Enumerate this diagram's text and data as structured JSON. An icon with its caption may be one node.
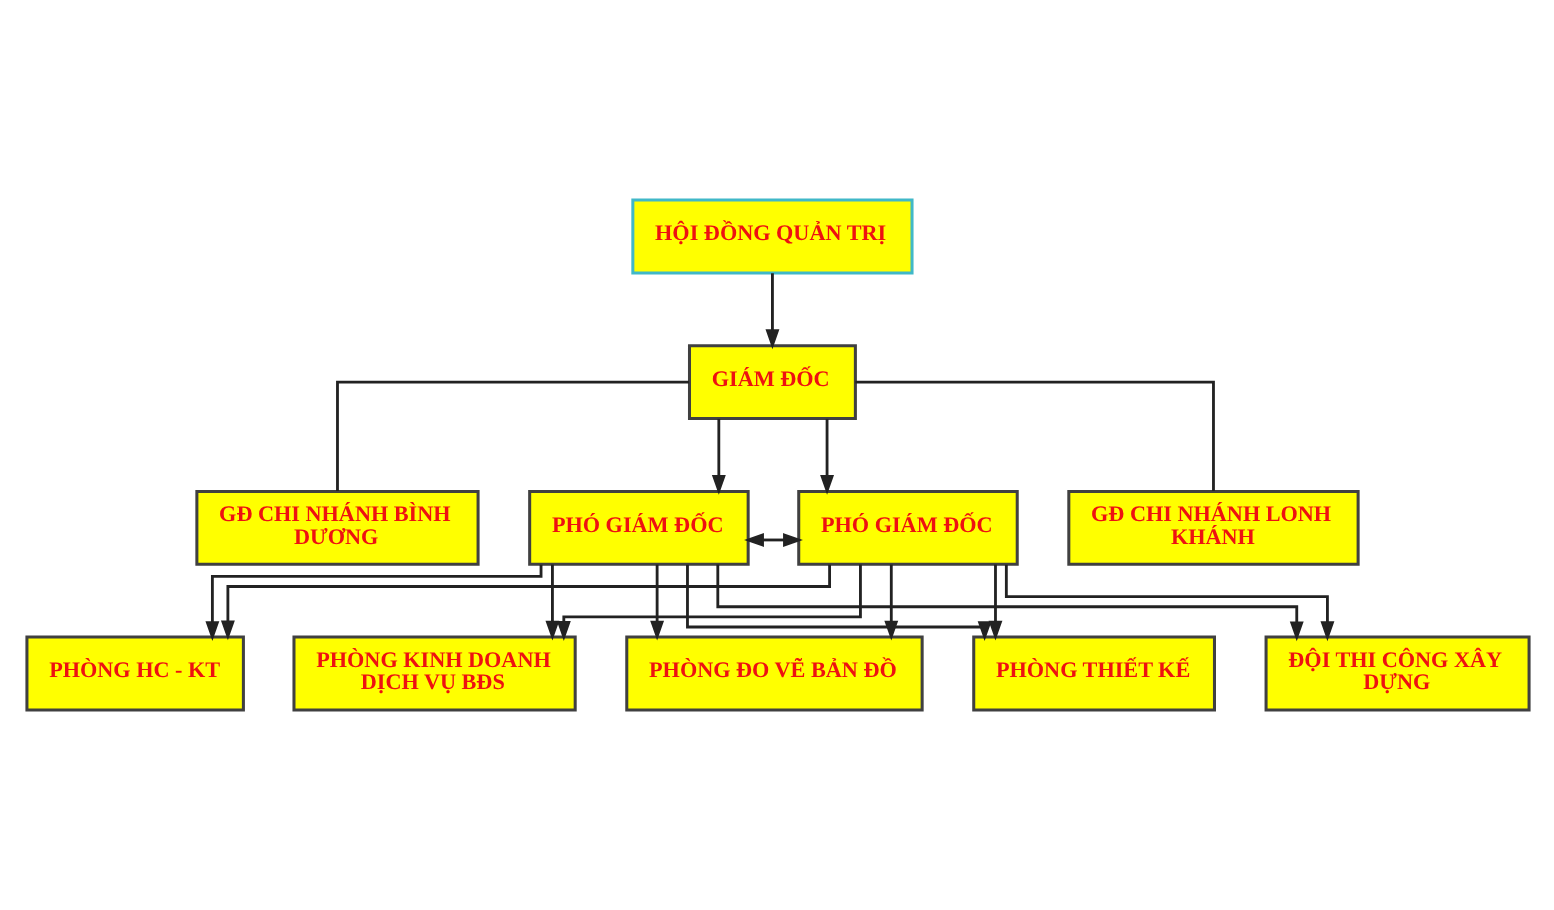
{
  "diagram": {
    "nodes": [
      {
        "text": [
          "HỘI ĐỒNG QUẢN TRỊ"
        ]
      },
      {
        "text": [
          "GIÁM ĐỐC"
        ]
      },
      {
        "text": [
          "GĐ CHI NHÁNH BÌNH DƯƠNG"
        ]
      },
      {
        "text": [
          "PHÓ GIÁM ĐỐC"
        ]
      },
      {
        "text": [
          "PHÓ GIÁM ĐỐC"
        ]
      },
      {
        "text": [
          "GĐ CHI NHÁNH LONH KHÁNH"
        ]
      },
      {
        "text": [
          "PHÒNG HC - KT"
        ]
      },
      {
        "text": [
          "PHÒNG KINH DOANH DỊCH VỤ BĐS"
        ]
      },
      {
        "text": [
          "PHÒNG ĐO VẼ BẢN ĐỒ"
        ]
      },
      {
        "text": [
          "PHÒNG THIẾT KẾ"
        ]
      },
      {
        "text": [
          "ĐỘI THI CÔNG XÂY DỰNG"
        ]
      }
    ],
    "edges": [
      {
        "from": 0,
        "to": 1,
        "arrow": "to"
      },
      {
        "from": 1,
        "to": 2,
        "arrow": "none"
      },
      {
        "from": 1,
        "to": 3,
        "arrow": "to"
      },
      {
        "from": 1,
        "to": 4,
        "arrow": "to"
      },
      {
        "from": 1,
        "to": 5,
        "arrow": "none"
      },
      {
        "from": 3,
        "to": 4,
        "arrow": "both"
      },
      {
        "from": 3,
        "to": 6,
        "arrow": "to"
      },
      {
        "from": 3,
        "to": 7,
        "arrow": "to"
      },
      {
        "from": 3,
        "to": 8,
        "arrow": "to"
      },
      {
        "from": 3,
        "to": 9,
        "arrow": "to"
      },
      {
        "from": 3,
        "to": 10,
        "arrow": "to"
      },
      {
        "from": 4,
        "to": 6,
        "arrow": "to"
      },
      {
        "from": 4,
        "to": 7,
        "arrow": "to"
      },
      {
        "from": 4,
        "to": 8,
        "arrow": "to"
      },
      {
        "from": 4,
        "to": 9,
        "arrow": "to"
      },
      {
        "from": 4,
        "to": 10,
        "arrow": "to"
      }
    ]
  }
}
